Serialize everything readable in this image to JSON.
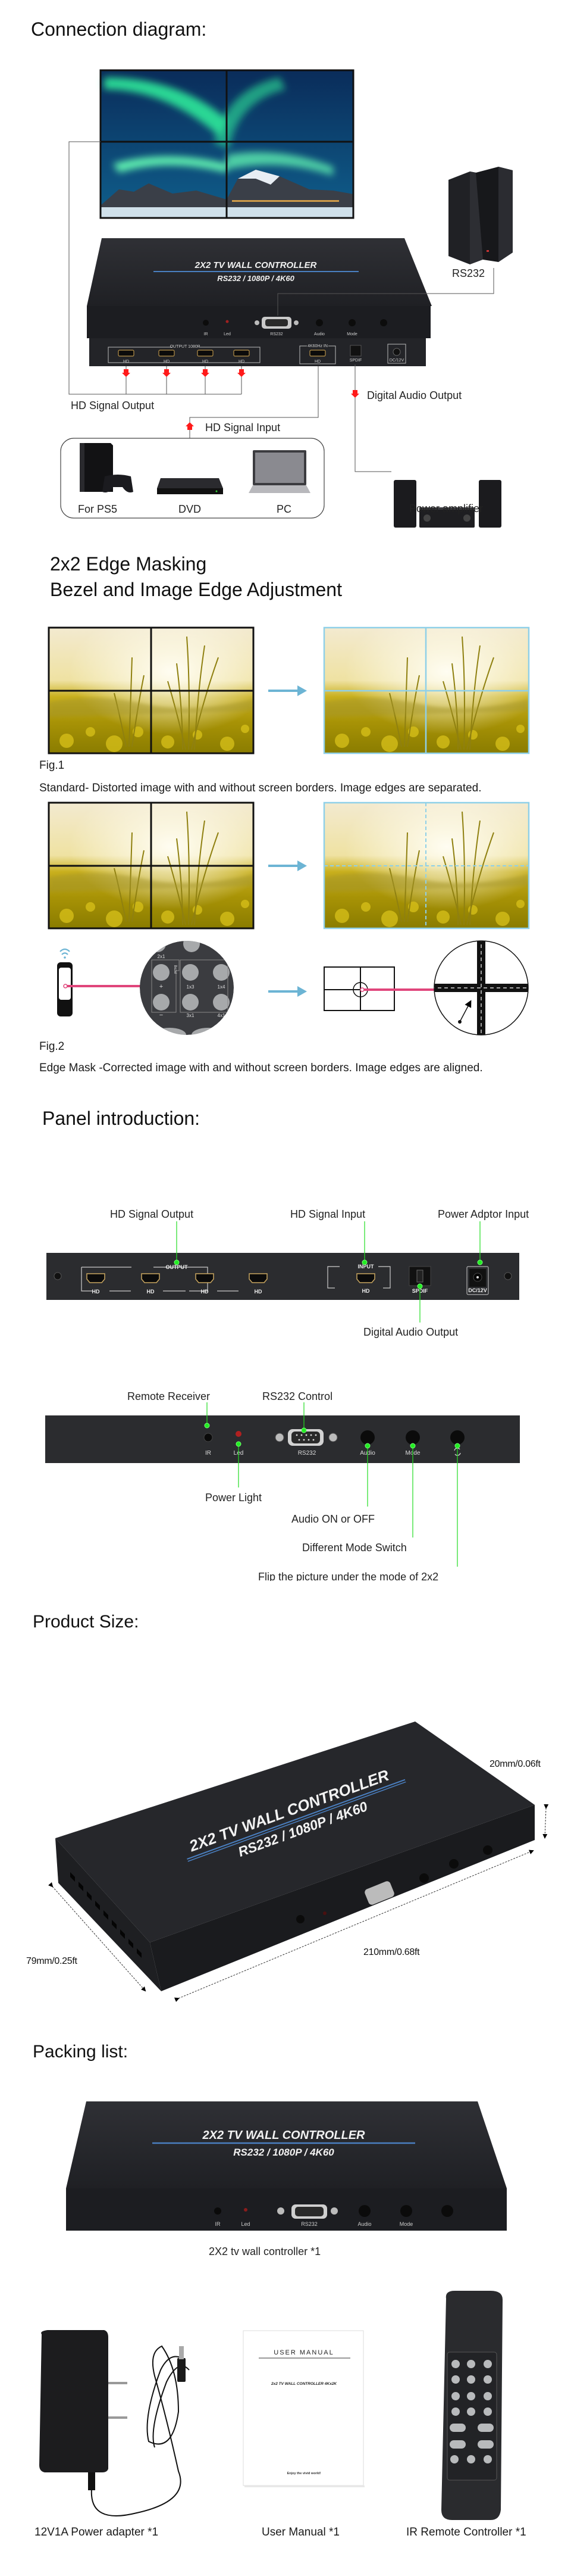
{
  "colors": {
    "accent_blue": "#6cb4d4",
    "laser_pink": "#e0457b",
    "leader_green": "#22dd22",
    "device_body": "#26272b",
    "signal_red": "#ff1a1a"
  },
  "connection": {
    "title": "Connection diagram:",
    "hd_signal_output": "HD Signal Output",
    "hd_signal_input": "HD Signal Input",
    "digital_audio_output": "Digital Audio Output",
    "rs232": "RS232",
    "power_amplifier": "Power amplifier",
    "sources": [
      "For  PS5",
      "DVD",
      "PC"
    ],
    "device": {
      "title": "2X2 TV WALL CONTROLLER",
      "subtitle": "RS232 / 1080P / 4K60",
      "front_labels": [
        "IR",
        "Led",
        "RS232",
        "Audio",
        "Mode"
      ],
      "output_label": "OUTPUT 1080P",
      "input_label": "4K60Hz IN",
      "hd": "HD",
      "spdif": "SPDIF",
      "dc": "DC/12V"
    }
  },
  "edge_masking": {
    "title_line1": "2x2 Edge Masking",
    "title_line2": "Bezel and Image Edge Adjustment",
    "fig1_label": "Fig.1",
    "fig1_caption": "Standard- Distorted image with and without screen borders. Image edges are separated.",
    "fig2_label": "Fig.2",
    "fig2_caption": "Edge Mask -Corrected image with and without screen borders. Image edges are aligned.",
    "keypad": {
      "k2x1": "2x1",
      "k1x3": "1x3",
      "k1x4": "1x4",
      "k3x1": "3x1",
      "k4x1": "4x1",
      "plus": "+",
      "minus": "−",
      "bezel": "Bezel"
    }
  },
  "panel": {
    "title": "Panel introduction:",
    "rear": {
      "hd_signal_output": "HD Signal Output",
      "hd_signal_input": "HD Signal Input",
      "power_adaptor_input": "Power Adptor Input",
      "digital_audio_output": "Digital Audio Output",
      "output": "OUTPUT",
      "input": "INPUT",
      "hd": "HD",
      "spdif": "SPDIF",
      "dc": "DC/12V"
    },
    "front": {
      "remote_receiver": "Remote Receiver",
      "rs232_control": "RS232 Control",
      "power_light": "Power  Light",
      "audio_on_off": "Audio ON or OFF",
      "mode_switch": "Different Mode Switch",
      "flip": "Flip the picture under the mode of 2x2",
      "ir": "IR",
      "led": "Led",
      "rs232": "RS232",
      "audio": "Audio",
      "mode": "Mode"
    }
  },
  "size": {
    "title": "Product Size:",
    "height": "20mm/0.06ft",
    "width": "79mm/0.25ft",
    "length": "210mm/0.68ft",
    "device_title": "2X2 TV WALL CONTROLLER",
    "device_subtitle": "RS232 / 1080P / 4K60"
  },
  "packing": {
    "title": "Packing list:",
    "controller": "2X2 tv wall controller  *1",
    "adapter": "12V1A Power adapter *1",
    "manual": "User Manual *1",
    "remote": "IR Remote Controller *1",
    "manual_cover": {
      "heading": "USER   MANUAL",
      "product": "2x2 TV WALL CONTROLLER 4Kx2K",
      "slogan": "Enjoy the vivid world!"
    }
  }
}
